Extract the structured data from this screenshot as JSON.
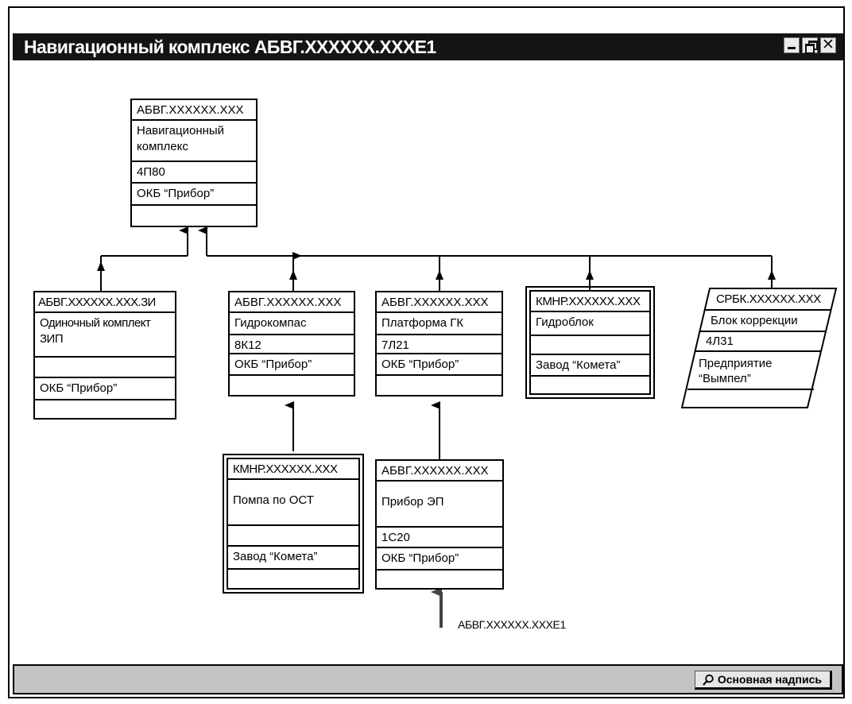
{
  "window": {
    "title": "Навигационный комплекс АБВГ.XXXXXX.XXXE1",
    "controls": {
      "minimize": "minimize-icon",
      "restore": "restore-icon",
      "close": "close-icon"
    }
  },
  "nodes": {
    "root": {
      "code": "АБВГ.XXXXXX.XXX",
      "name": "Навигационный комплекс",
      "designation": "4П80",
      "maker": "ОКБ “Прибор”",
      "extra": ""
    },
    "zip": {
      "code": "АБВГ.XXXXXX.XXX.ЗИ",
      "name": "Одиночный комплект ЗИП",
      "designation": "",
      "maker": "ОКБ “Прибор”",
      "extra": ""
    },
    "gyrocompass": {
      "code": "АБВГ.XXXXXX.XXX",
      "name": "Гидрокомпас",
      "designation": "8К12",
      "maker": "ОКБ “Прибор”",
      "extra": ""
    },
    "platform": {
      "code": "АБВГ.XXXXXX.XXX",
      "name": "Платформа ГК",
      "designation": "7Л21",
      "maker": "ОКБ “Прибор”",
      "extra": ""
    },
    "hydroblock": {
      "code": "КМНР.XXXXXX.XXX",
      "name": "Гидроблок",
      "designation": "",
      "maker": "Завод “Комета”",
      "extra": ""
    },
    "correction": {
      "code": "СРБК.XXXXXX.XXX",
      "name": "Блок коррекции",
      "designation": "4Л31",
      "maker": "Предприятие “Вымпел”",
      "extra": ""
    },
    "pump": {
      "code": "КМНР.XXXXXX.XXX",
      "name": "Помпа по ОСТ",
      "designation": "",
      "maker": "Завод “Комета”",
      "extra": ""
    },
    "ep_device": {
      "code": "АБВГ.XXXXXX.XXX",
      "name": "Прибор ЭП",
      "designation": "1С20",
      "maker": "ОКБ “Прибор”",
      "extra": ""
    }
  },
  "entry_label": "АБВГ.XXXXXX.XXXE1",
  "statusbar": {
    "button_label": "Основная надпись",
    "button_icon": "magnifier-icon"
  }
}
